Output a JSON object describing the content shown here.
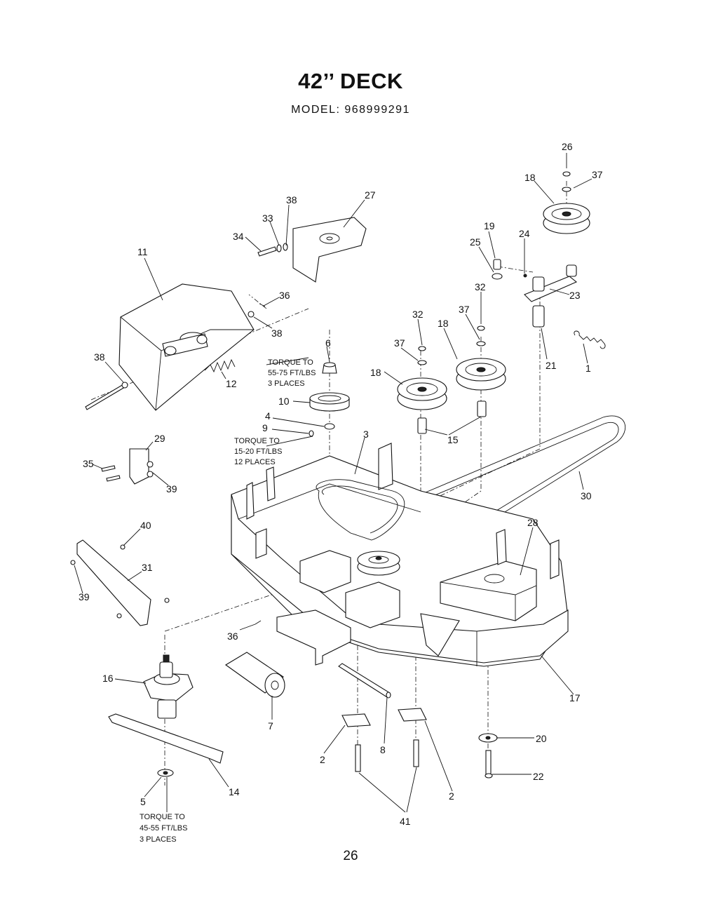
{
  "header": {
    "title": "42’’ DECK",
    "subtitle": "MODEL: 968999291"
  },
  "footer": {
    "page_number": "26"
  },
  "notes": {
    "torque_6": [
      "TORQUE TO",
      "55-75 FT/LBS",
      "3 PLACES"
    ],
    "torque_9": [
      "TORQUE TO",
      "15-20 FT/LBS",
      "12 PLACES"
    ],
    "torque_5": [
      "TORQUE TO",
      "45-55 FT/LBS",
      "3 PLACES"
    ]
  },
  "callouts": [
    "26",
    "37",
    "18",
    "38",
    "27",
    "33",
    "34",
    "19",
    "24",
    "25",
    "11",
    "36",
    "32",
    "23",
    "37",
    "38",
    "32",
    "18",
    "6",
    "37",
    "38",
    "21",
    "1",
    "12",
    "18",
    "10",
    "4",
    "9",
    "3",
    "15",
    "29",
    "35",
    "39",
    "30",
    "40",
    "28",
    "31",
    "39",
    "36",
    "16",
    "17",
    "7",
    "8",
    "20",
    "2",
    "22",
    "14",
    "5",
    "2",
    "41"
  ]
}
